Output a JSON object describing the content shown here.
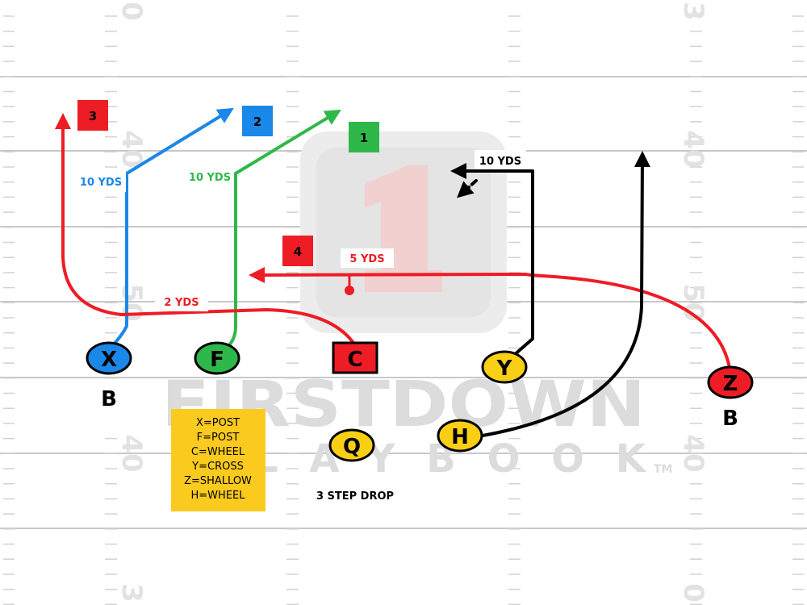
{
  "colors": {
    "red": "#ee1c25",
    "blue": "#1a88e8",
    "green": "#2fb84a",
    "yellow": "#f9cf16",
    "black": "#000000",
    "legend_bg": "#fbca1e",
    "watermark": "#dcdcdc"
  },
  "field": {
    "yard_numbers": [
      "0",
      "3",
      "40",
      "40",
      "50",
      "50",
      "40",
      "40",
      "3",
      "0"
    ]
  },
  "watermark": {
    "line1": "FIRSTDOWN",
    "line2": "PLAYBOOK",
    "tm": "TM"
  },
  "players": {
    "x": "X",
    "f": "F",
    "c": "C",
    "y": "Y",
    "z": "Z",
    "h": "H",
    "q": "Q"
  },
  "tags": {
    "b_left": "B",
    "b_right": "B"
  },
  "read_numbers": {
    "n1": "1",
    "n2": "2",
    "n3": "3",
    "n4": "4"
  },
  "route_labels": {
    "x_break": "10 YDS",
    "f_break": "10 YDS",
    "c_depth": "2 YDS",
    "z_depth": "5 YDS",
    "y_depth": "10 YDS"
  },
  "legend": {
    "lines": [
      "X=POST",
      "F=POST",
      "C=WHEEL",
      "Y=CROSS",
      "Z=SHALLOW",
      "H=WHEEL"
    ]
  },
  "qb_note": "3 STEP DROP"
}
